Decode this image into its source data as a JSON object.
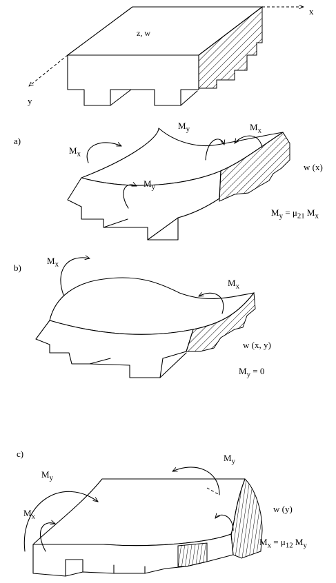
{
  "axes": {
    "x": "x",
    "z": "z, w",
    "y": "y"
  },
  "panel_a": {
    "tag": "a)",
    "m_x_left": {
      "base": "M",
      "sub": "x"
    },
    "m_y_top": {
      "base": "M",
      "sub": "y"
    },
    "m_x_right": {
      "base": "M",
      "sub": "x"
    },
    "m_y_mid": {
      "base": "M",
      "sub": "y"
    },
    "deflection": "w (x)",
    "relation": {
      "lhs_base": "M",
      "lhs_sub": "y",
      "eq": " = ",
      "coef": "μ",
      "coef_sub": "21",
      "rhs_base": " M",
      "rhs_sub": "x"
    }
  },
  "panel_b": {
    "tag": "b)",
    "m_x_left": {
      "base": "M",
      "sub": "x"
    },
    "m_x_right": {
      "base": "M",
      "sub": "x"
    },
    "deflection": "w (x, y)",
    "relation": {
      "base": "M",
      "sub": "y",
      "rest": " = 0"
    }
  },
  "panel_c": {
    "tag": "c)",
    "m_y_top": {
      "base": "M",
      "sub": "y"
    },
    "m_y_left": {
      "base": "M",
      "sub": "y"
    },
    "m_x_left": {
      "base": "M",
      "sub": "x"
    },
    "deflection": "w (y)",
    "relation": {
      "lhs_base": "M",
      "lhs_sub": "x",
      "eq": " = ",
      "coef": "μ",
      "coef_sub": "12",
      "rhs_base": " M",
      "rhs_sub": "y"
    }
  }
}
